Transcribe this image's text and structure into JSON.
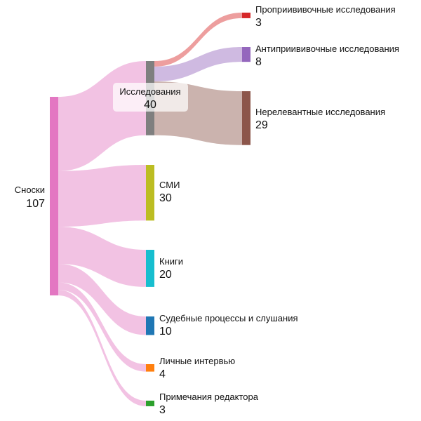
{
  "chart_data": {
    "type": "sankey",
    "nodes": [
      {
        "id": "footnotes",
        "label": "Сноски",
        "value": 107,
        "color": "#e377c2"
      },
      {
        "id": "research",
        "label": "Исследования",
        "value": 40,
        "color": "#7f7f7f"
      },
      {
        "id": "media",
        "label": "СМИ",
        "value": 30,
        "color": "#bcbd22"
      },
      {
        "id": "books",
        "label": "Книги",
        "value": 20,
        "color": "#17becf"
      },
      {
        "id": "court",
        "label": "Судебные процессы и слушания",
        "value": 10,
        "color": "#1f77b4"
      },
      {
        "id": "interviews",
        "label": "Личные интервью",
        "value": 4,
        "color": "#ff7f0e"
      },
      {
        "id": "editor",
        "label": "Примечания редактора",
        "value": 3,
        "color": "#2ca02c"
      },
      {
        "id": "pro",
        "label": "Проприививочные исследования",
        "value": 3,
        "color": "#d62728"
      },
      {
        "id": "anti",
        "label": "Антиприививочные исследования",
        "value": 8,
        "color": "#9467bd"
      },
      {
        "id": "irrelevant",
        "label": "Нерелевантные исследования",
        "value": 29,
        "color": "#8c564b"
      }
    ],
    "links": [
      {
        "source": "footnotes",
        "target": "research",
        "value": 40
      },
      {
        "source": "footnotes",
        "target": "media",
        "value": 30
      },
      {
        "source": "footnotes",
        "target": "books",
        "value": 20
      },
      {
        "source": "footnotes",
        "target": "court",
        "value": 10
      },
      {
        "source": "footnotes",
        "target": "interviews",
        "value": 4
      },
      {
        "source": "footnotes",
        "target": "editor",
        "value": 3
      },
      {
        "source": "research",
        "target": "pro",
        "value": 3
      },
      {
        "source": "research",
        "target": "anti",
        "value": 8
      },
      {
        "source": "research",
        "target": "irrelevant",
        "value": 29
      }
    ]
  }
}
